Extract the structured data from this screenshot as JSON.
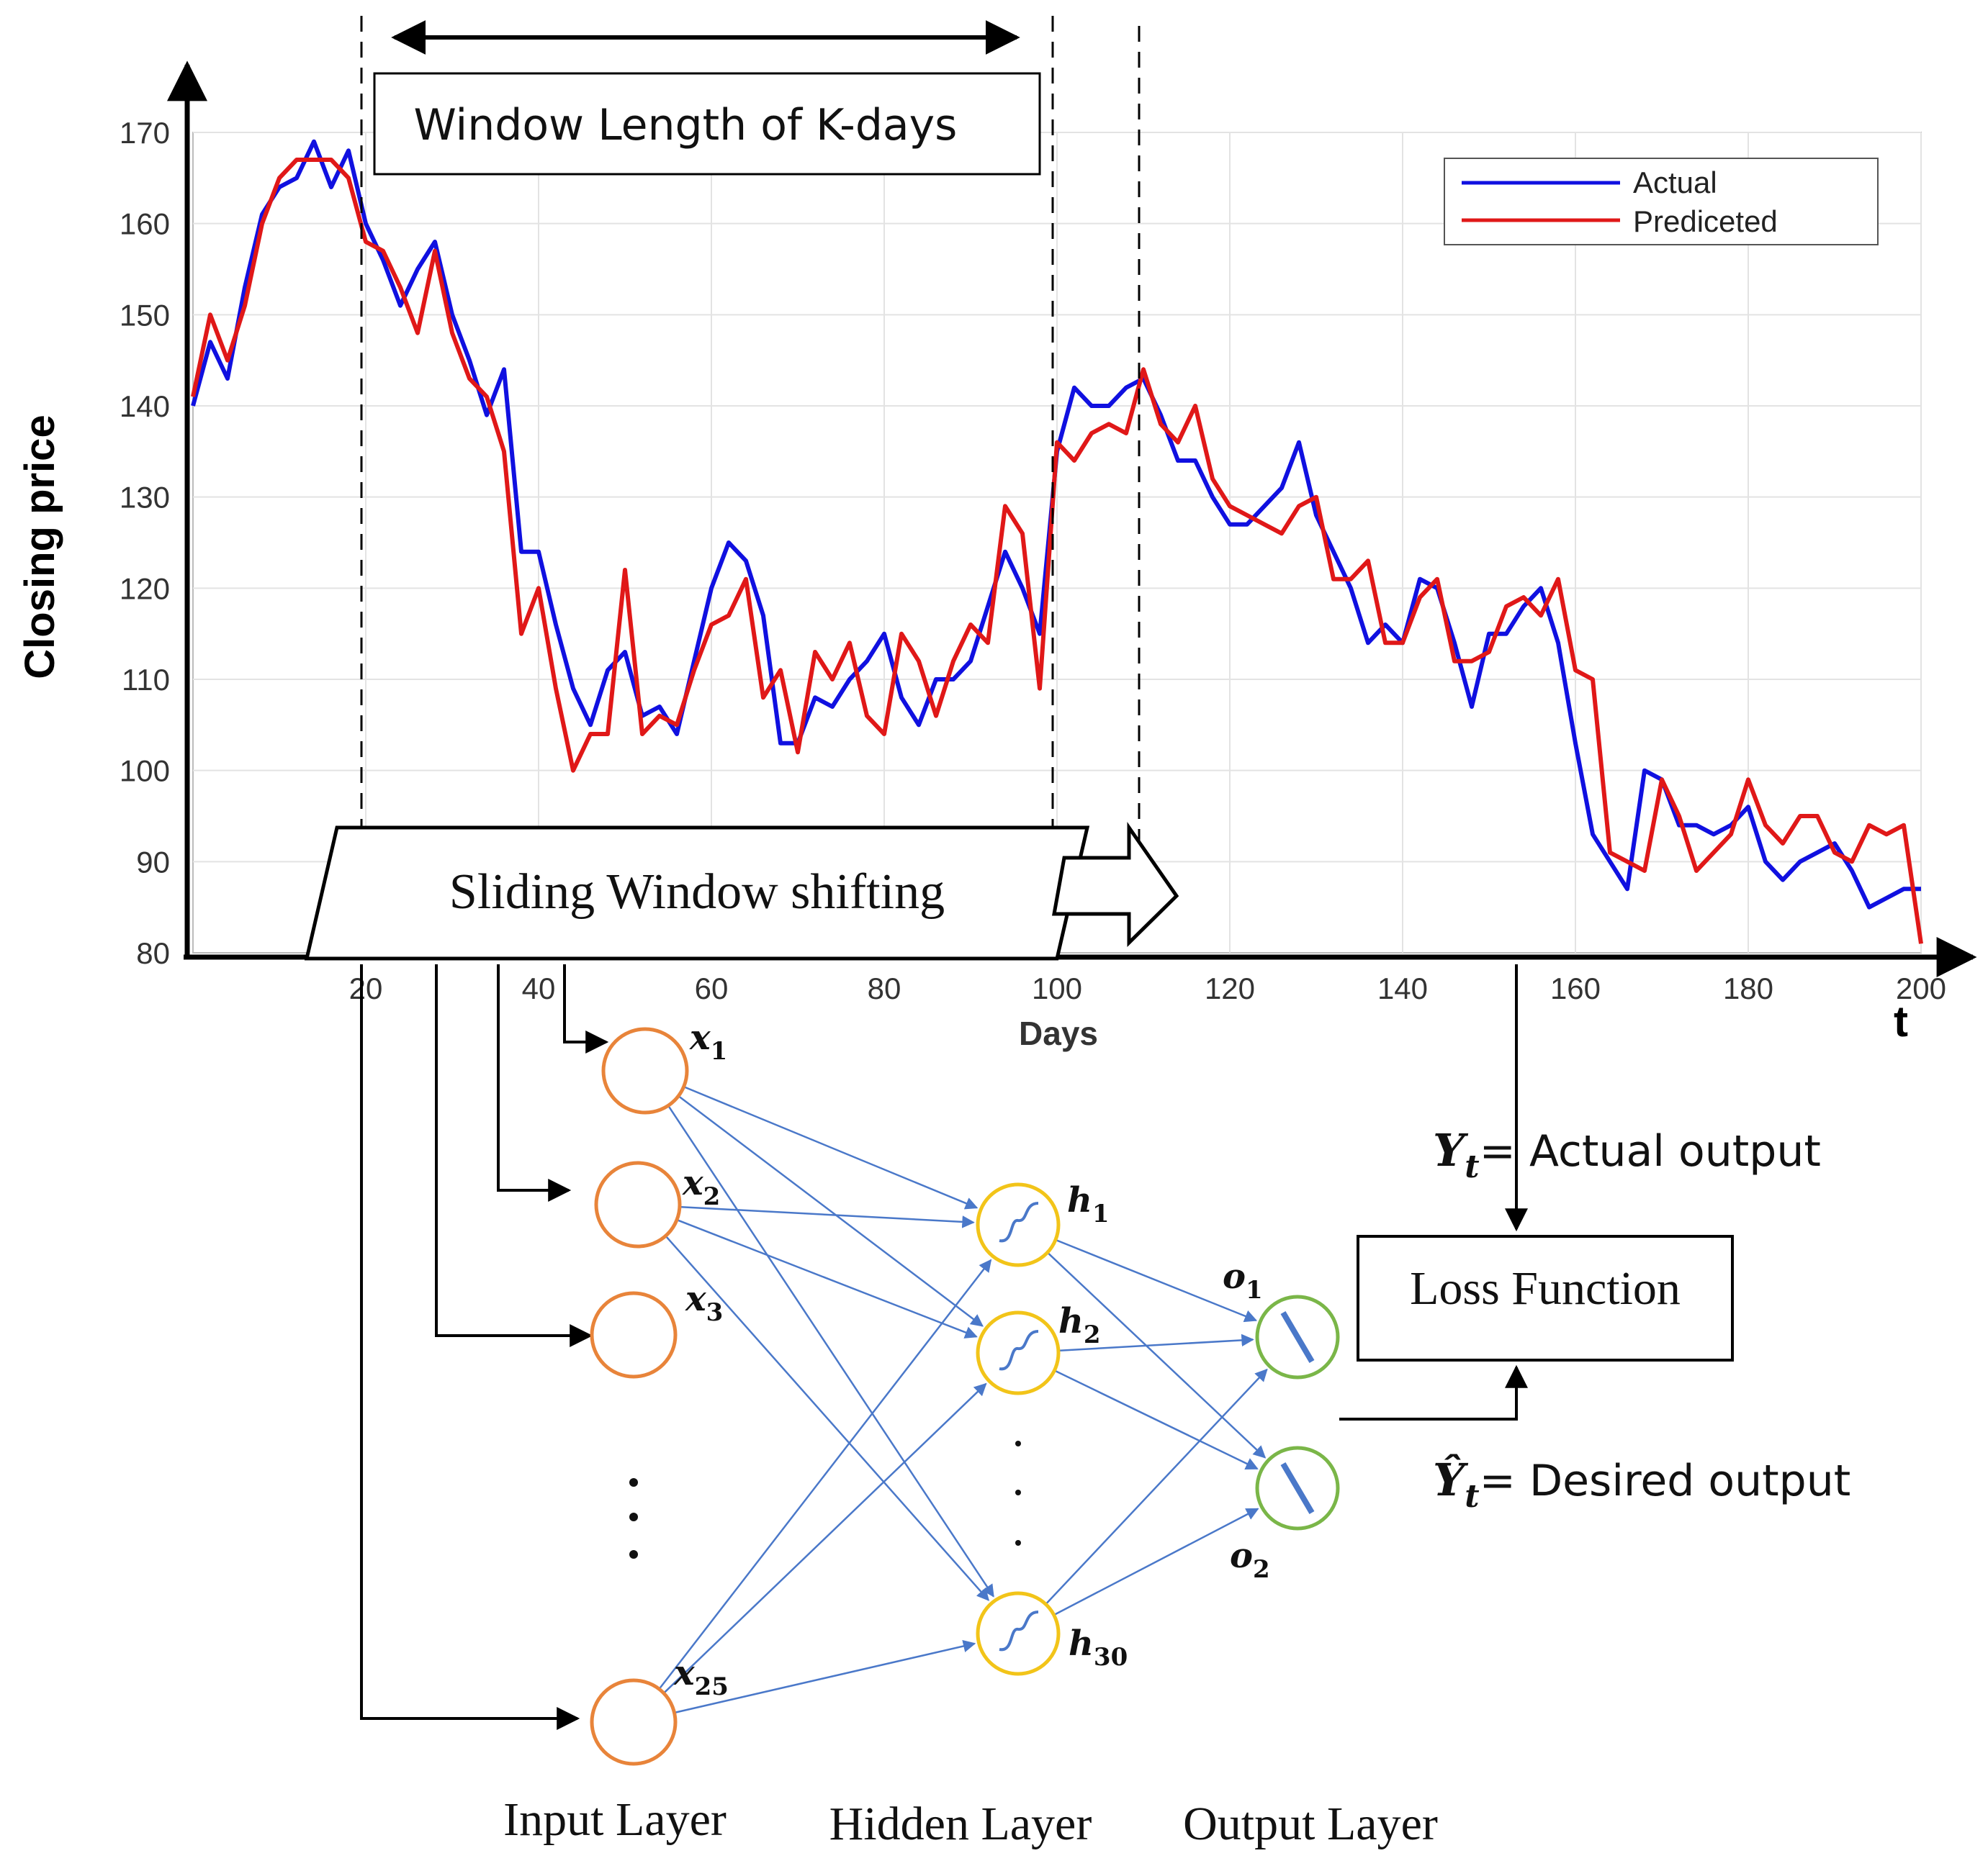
{
  "chart_data": {
    "type": "line",
    "xlabel": "Days",
    "ylabel": "Closing price",
    "x_axis_end_label": "t",
    "xlim": [
      0,
      200
    ],
    "ylim": [
      80,
      170
    ],
    "xticks": [
      "20",
      "40",
      "60",
      "80",
      "100",
      "120",
      "140",
      "160",
      "180",
      "200"
    ],
    "yticks": [
      "80",
      "90",
      "100",
      "110",
      "120",
      "130",
      "140",
      "150",
      "160",
      "170"
    ],
    "grid": true,
    "legend_position": "top-right",
    "colors": {
      "actual": "#1010e0",
      "predicted": "#e01818"
    },
    "series": [
      {
        "name": "Actual",
        "x": [
          0,
          2,
          4,
          6,
          8,
          10,
          12,
          14,
          16,
          18,
          20,
          22,
          24,
          26,
          28,
          30,
          32,
          34,
          36,
          38,
          40,
          42,
          44,
          46,
          48,
          50,
          52,
          54,
          56,
          58,
          60,
          62,
          64,
          66,
          68,
          70,
          72,
          74,
          76,
          78,
          80,
          82,
          84,
          86,
          88,
          90,
          92,
          94,
          96,
          98,
          100,
          102,
          104,
          106,
          108,
          110,
          112,
          114,
          116,
          118,
          120,
          122,
          124,
          126,
          128,
          130,
          132,
          134,
          136,
          138,
          140,
          142,
          144,
          146,
          148,
          150,
          152,
          154,
          156,
          158,
          160,
          162,
          164,
          166,
          168,
          170,
          172,
          174,
          176,
          178,
          180,
          182,
          184,
          186,
          188,
          190,
          192,
          194,
          196,
          198,
          200
        ],
        "values": [
          140,
          147,
          143,
          153,
          161,
          164,
          165,
          169,
          164,
          168,
          160,
          156,
          151,
          155,
          158,
          150,
          145,
          139,
          144,
          124,
          124,
          116,
          109,
          105,
          111,
          113,
          106,
          107,
          104,
          112,
          120,
          125,
          123,
          117,
          103,
          103,
          108,
          107,
          110,
          112,
          115,
          108,
          105,
          110,
          110,
          112,
          118,
          124,
          120,
          115,
          135,
          142,
          140,
          140,
          142,
          143,
          139,
          134,
          134,
          130,
          127,
          127,
          129,
          131,
          136,
          128,
          124,
          120,
          114,
          116,
          114,
          121,
          120,
          114,
          107,
          115,
          115,
          118,
          120,
          114,
          103,
          93,
          90,
          87,
          100,
          99,
          94,
          94,
          93,
          94,
          96,
          90,
          88,
          90,
          91,
          92,
          89,
          85,
          86,
          87,
          87
        ]
      },
      {
        "name": "Prediceted",
        "x": [
          0,
          2,
          4,
          6,
          8,
          10,
          12,
          14,
          16,
          18,
          20,
          22,
          24,
          26,
          28,
          30,
          32,
          34,
          36,
          38,
          40,
          42,
          44,
          46,
          48,
          50,
          52,
          54,
          56,
          58,
          60,
          62,
          64,
          66,
          68,
          70,
          72,
          74,
          76,
          78,
          80,
          82,
          84,
          86,
          88,
          90,
          92,
          94,
          96,
          98,
          100,
          102,
          104,
          106,
          108,
          110,
          112,
          114,
          116,
          118,
          120,
          122,
          124,
          126,
          128,
          130,
          132,
          134,
          136,
          138,
          140,
          142,
          144,
          146,
          148,
          150,
          152,
          154,
          156,
          158,
          160,
          162,
          164,
          166,
          168,
          170,
          172,
          174,
          176,
          178,
          180,
          182,
          184,
          186,
          188,
          190,
          192,
          194,
          196,
          198,
          200
        ],
        "values": [
          141,
          150,
          145,
          151,
          160,
          165,
          167,
          167,
          167,
          165,
          158,
          157,
          153,
          148,
          157,
          148,
          143,
          141,
          135,
          115,
          120,
          109,
          100,
          104,
          104,
          122,
          104,
          106,
          105,
          111,
          116,
          117,
          121,
          108,
          111,
          102,
          113,
          110,
          114,
          106,
          104,
          115,
          112,
          106,
          112,
          116,
          114,
          129,
          126,
          109,
          136,
          134,
          137,
          138,
          137,
          144,
          138,
          136,
          140,
          132,
          129,
          128,
          127,
          126,
          129,
          130,
          121,
          121,
          123,
          114,
          114,
          119,
          121,
          112,
          112,
          113,
          118,
          119,
          117,
          121,
          111,
          110,
          91,
          90,
          89,
          99,
          95,
          89,
          91,
          93,
          99,
          94,
          92,
          95,
          95,
          91,
          90,
          94,
          93,
          94,
          81
        ]
      }
    ]
  },
  "annotations": {
    "window_label": "Window Length of K-days",
    "sliding_label": "Sliding Window shifting"
  },
  "network": {
    "input_nodes": [
      {
        "var": "x",
        "sub": "1"
      },
      {
        "var": "x",
        "sub": "2"
      },
      {
        "var": "x",
        "sub": "3"
      },
      {
        "var": "x",
        "sub": "25"
      }
    ],
    "hidden_nodes": [
      {
        "var": "h",
        "sub": "1"
      },
      {
        "var": "h",
        "sub": "2"
      },
      {
        "var": "h",
        "sub": "30"
      }
    ],
    "output_nodes": [
      {
        "var": "o",
        "sub": "1"
      },
      {
        "var": "o",
        "sub": "2"
      }
    ],
    "layer_labels": {
      "input": "Input Layer",
      "hidden": "Hidden Layer",
      "output": "Output Layer"
    },
    "colors": {
      "input": "#e8843a",
      "hidden": "#f2c419",
      "output": "#7ab648",
      "edge": "#4a78c9"
    }
  },
  "loss": {
    "label": "Loss Function",
    "actual_symbol": "Y",
    "actual_sub": "t",
    "actual_text": "= Actual output",
    "desired_symbol": "Ŷ",
    "desired_sub": "t",
    "desired_text": "= Desired output"
  }
}
